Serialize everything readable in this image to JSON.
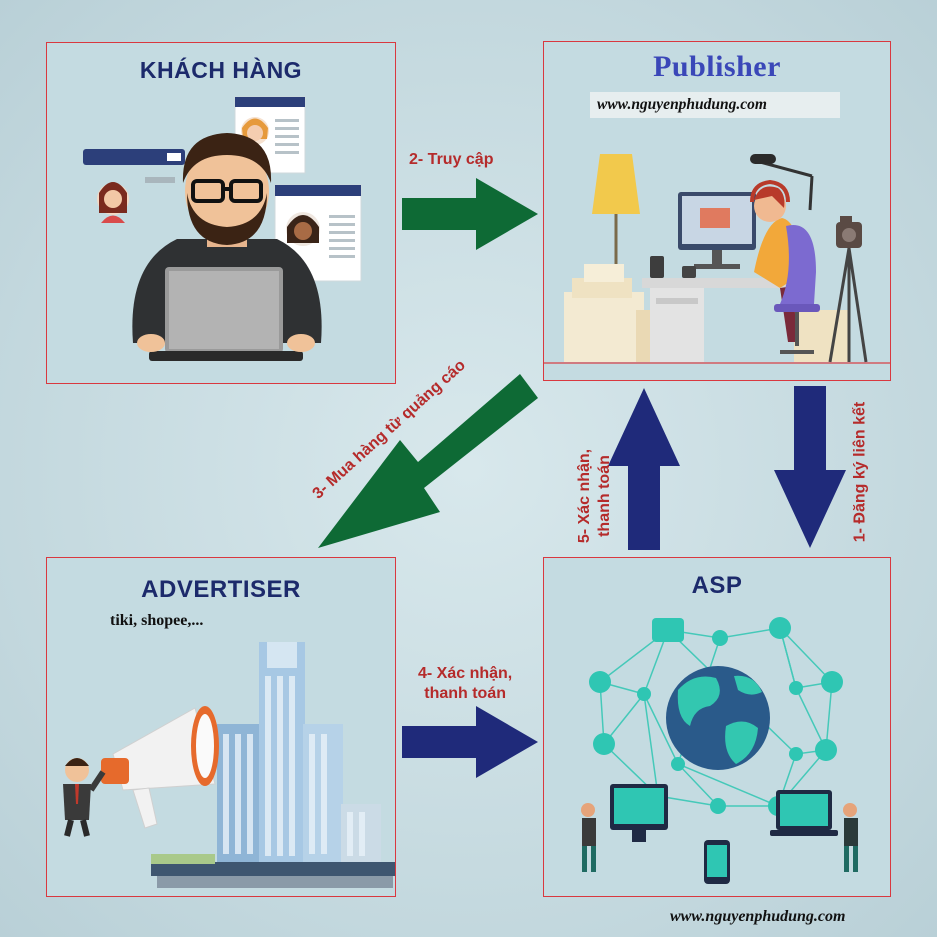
{
  "panels": {
    "customer": {
      "title": "KHÁCH HÀNG"
    },
    "publisher": {
      "title": "Publisher",
      "url": "www.nguyenphudung.com"
    },
    "advertiser": {
      "title": "ADVERTISER",
      "subtitle": "tiki, shopee,..."
    },
    "asp": {
      "title": "ASP"
    }
  },
  "arrows": {
    "step1": {
      "label": "1- Đăng ký liên kết",
      "color": "#1f2a7a",
      "direction": "down"
    },
    "step2": {
      "label": "2- Truy cập",
      "color": "#0e6a35",
      "direction": "right"
    },
    "step3": {
      "label": "3- Mua hàng từ quảng cáo",
      "color": "#0e6a35",
      "direction": "down-left"
    },
    "step4": {
      "line1": "4- Xác nhận,",
      "line2": "thanh toán",
      "color": "#1f2a7a",
      "direction": "right"
    },
    "step5": {
      "line1": "5- Xác nhận,",
      "line2": "thanh toán",
      "color": "#1f2a7a",
      "direction": "up"
    }
  },
  "footer": {
    "url": "www.nguyenphudung.com"
  },
  "colors": {
    "panel_border": "#d9383f",
    "title_navy": "#1c2a6b",
    "publisher_title": "#3a47b8",
    "label_red": "#b52b2b",
    "network_teal": "#2fc6b3"
  }
}
